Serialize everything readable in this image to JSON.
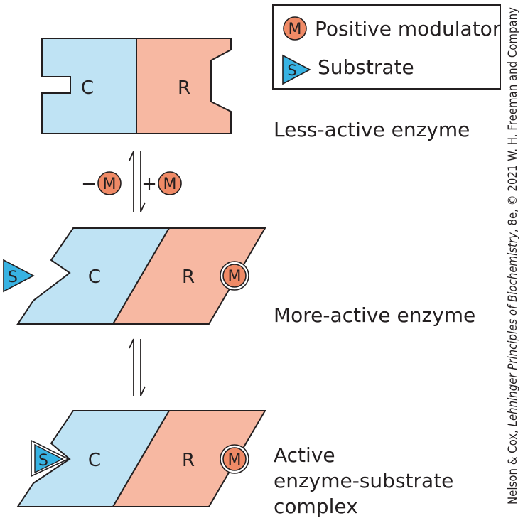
{
  "legend": {
    "modulator_symbol": "M",
    "modulator_label": "Positive modulator",
    "substrate_symbol": "S",
    "substrate_label": "Substrate"
  },
  "subunits": {
    "catalytic": "C",
    "regulatory": "R"
  },
  "states": [
    {
      "label_lines": [
        "Less-active enzyme"
      ]
    },
    {
      "label_lines": [
        "More-active enzyme"
      ]
    },
    {
      "label_lines": [
        "Active",
        "enzyme-substrate",
        "complex"
      ]
    }
  ],
  "transition": {
    "minus_sign": "−",
    "plus_sign": "+",
    "symbol": "M"
  },
  "credit": {
    "prefix": "Nelson & Cox, ",
    "book": "Lehninger Principles of Biochemistry",
    "suffix": ", 8e, © 2021 W. H. Freeman and Company"
  },
  "colors": {
    "catalytic_fill": "#bfe3f4",
    "regulatory_fill": "#f7b8a2",
    "modulator_fill": "#ef8a66",
    "substrate_fill": "#38b3e3",
    "outline": "#231f20"
  }
}
